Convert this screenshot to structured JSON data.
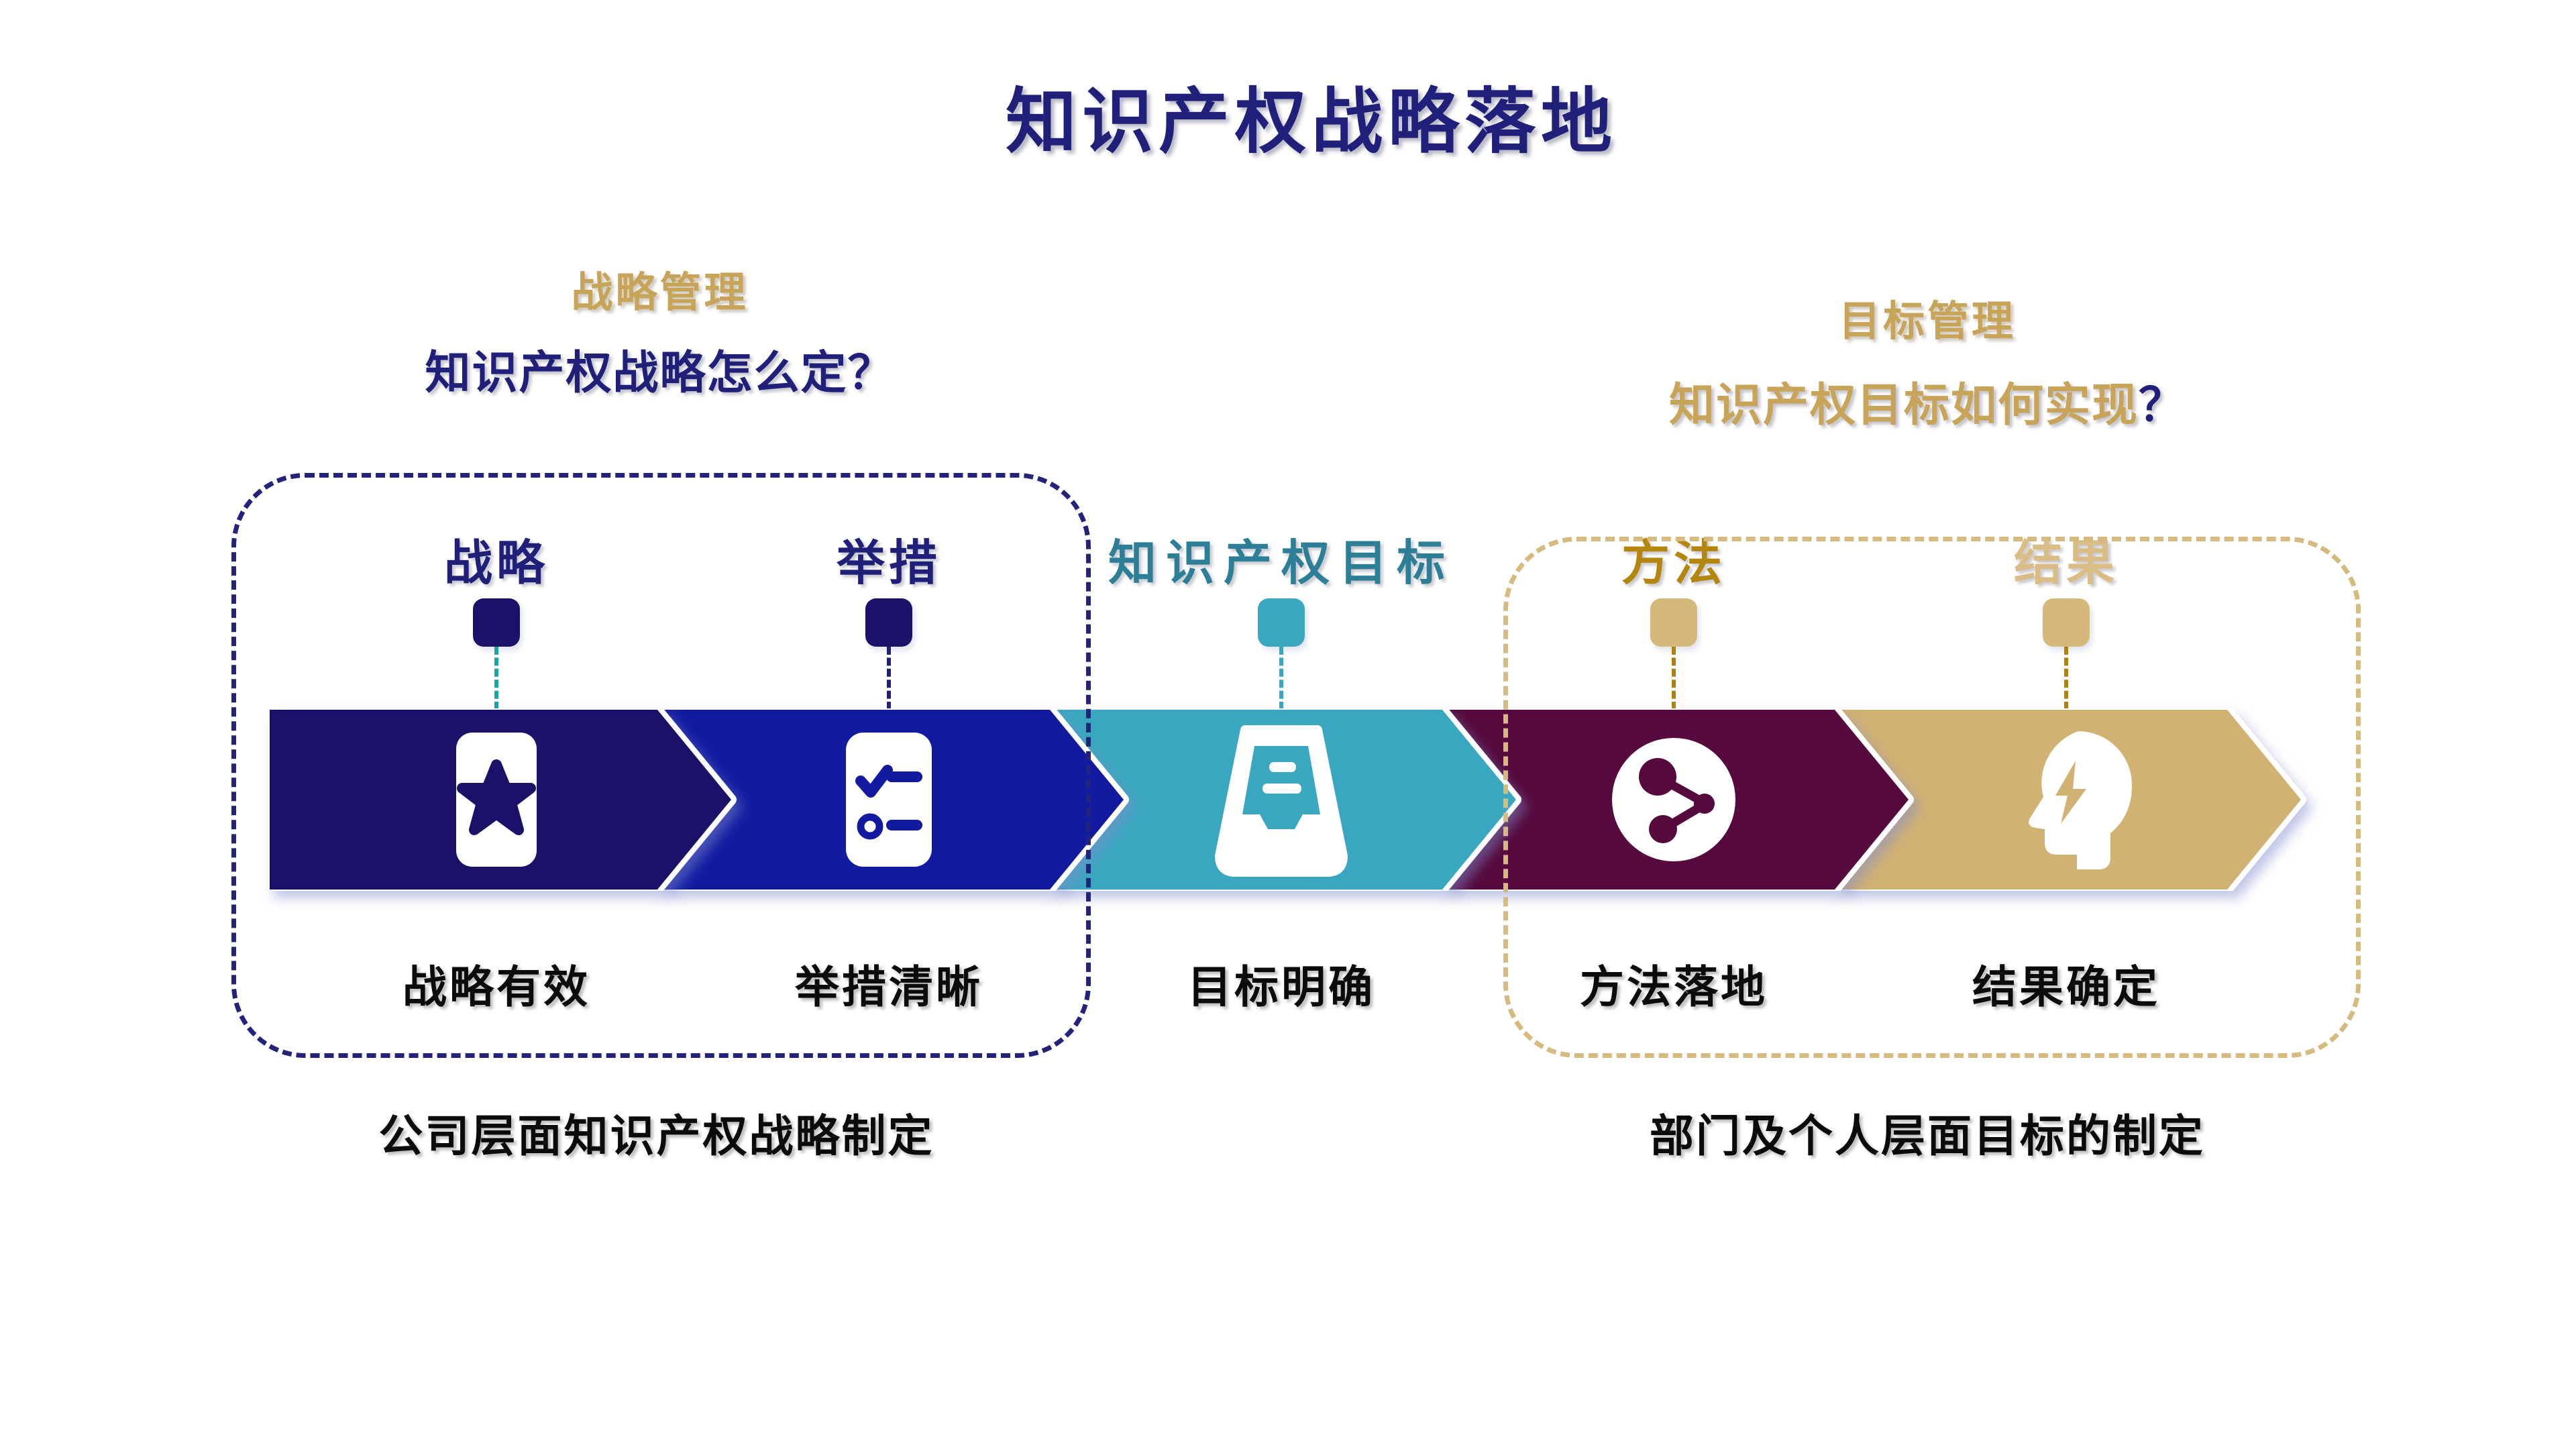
{
  "title": "知识产权战略落地",
  "colors": {
    "navy_text": "#20207a",
    "gold_text": "#c8a458",
    "black_text": "#0b0b0b"
  },
  "sections": {
    "strategy": {
      "category": "战略管理",
      "question": "知识产权战略怎么定？",
      "caption": "公司层面知识产权战略制定",
      "box_color": "#23237b"
    },
    "goal": {
      "category": "目标管理",
      "question": "知识产权目标如何实现",
      "question_mark": "？",
      "question_mark_color": "#20207a",
      "caption": "部门及个人层面目标的制定",
      "box_color": "#d6ba7e"
    }
  },
  "steps": [
    {
      "label": "战略",
      "sublabel": "战略有效",
      "icon": "star-card-icon",
      "arrow_color": "#1b1168",
      "label_color": "#20207a",
      "square_color": "#1b1168",
      "dash_color": "#18a5a5"
    },
    {
      "label": "举措",
      "sublabel": "举措清晰",
      "icon": "checklist-icon",
      "arrow_color": "#121ba0",
      "label_color": "#20207a",
      "square_color": "#1b1168",
      "dash_color": "#20207a"
    },
    {
      "label": "知识产权目标",
      "sublabel": "目标明确",
      "icon": "inbox-tray-icon",
      "arrow_color": "#3aa7c0",
      "label_color": "#2d7f98",
      "square_color": "#3aa7c0",
      "dash_color": "#3aa7c0"
    },
    {
      "label": "方法",
      "sublabel": "方法落地",
      "icon": "share-nodes-icon",
      "arrow_color": "#55093c",
      "label_color": "#b5860e",
      "square_color": "#d4b97a",
      "dash_color": "#b0820c"
    },
    {
      "label": "结果",
      "sublabel": "结果确定",
      "icon": "head-bolt-icon",
      "arrow_color": "#d2b273",
      "label_color": "#d9bd85",
      "square_color": "#d4b97a",
      "dash_color": "#b0820c"
    }
  ]
}
